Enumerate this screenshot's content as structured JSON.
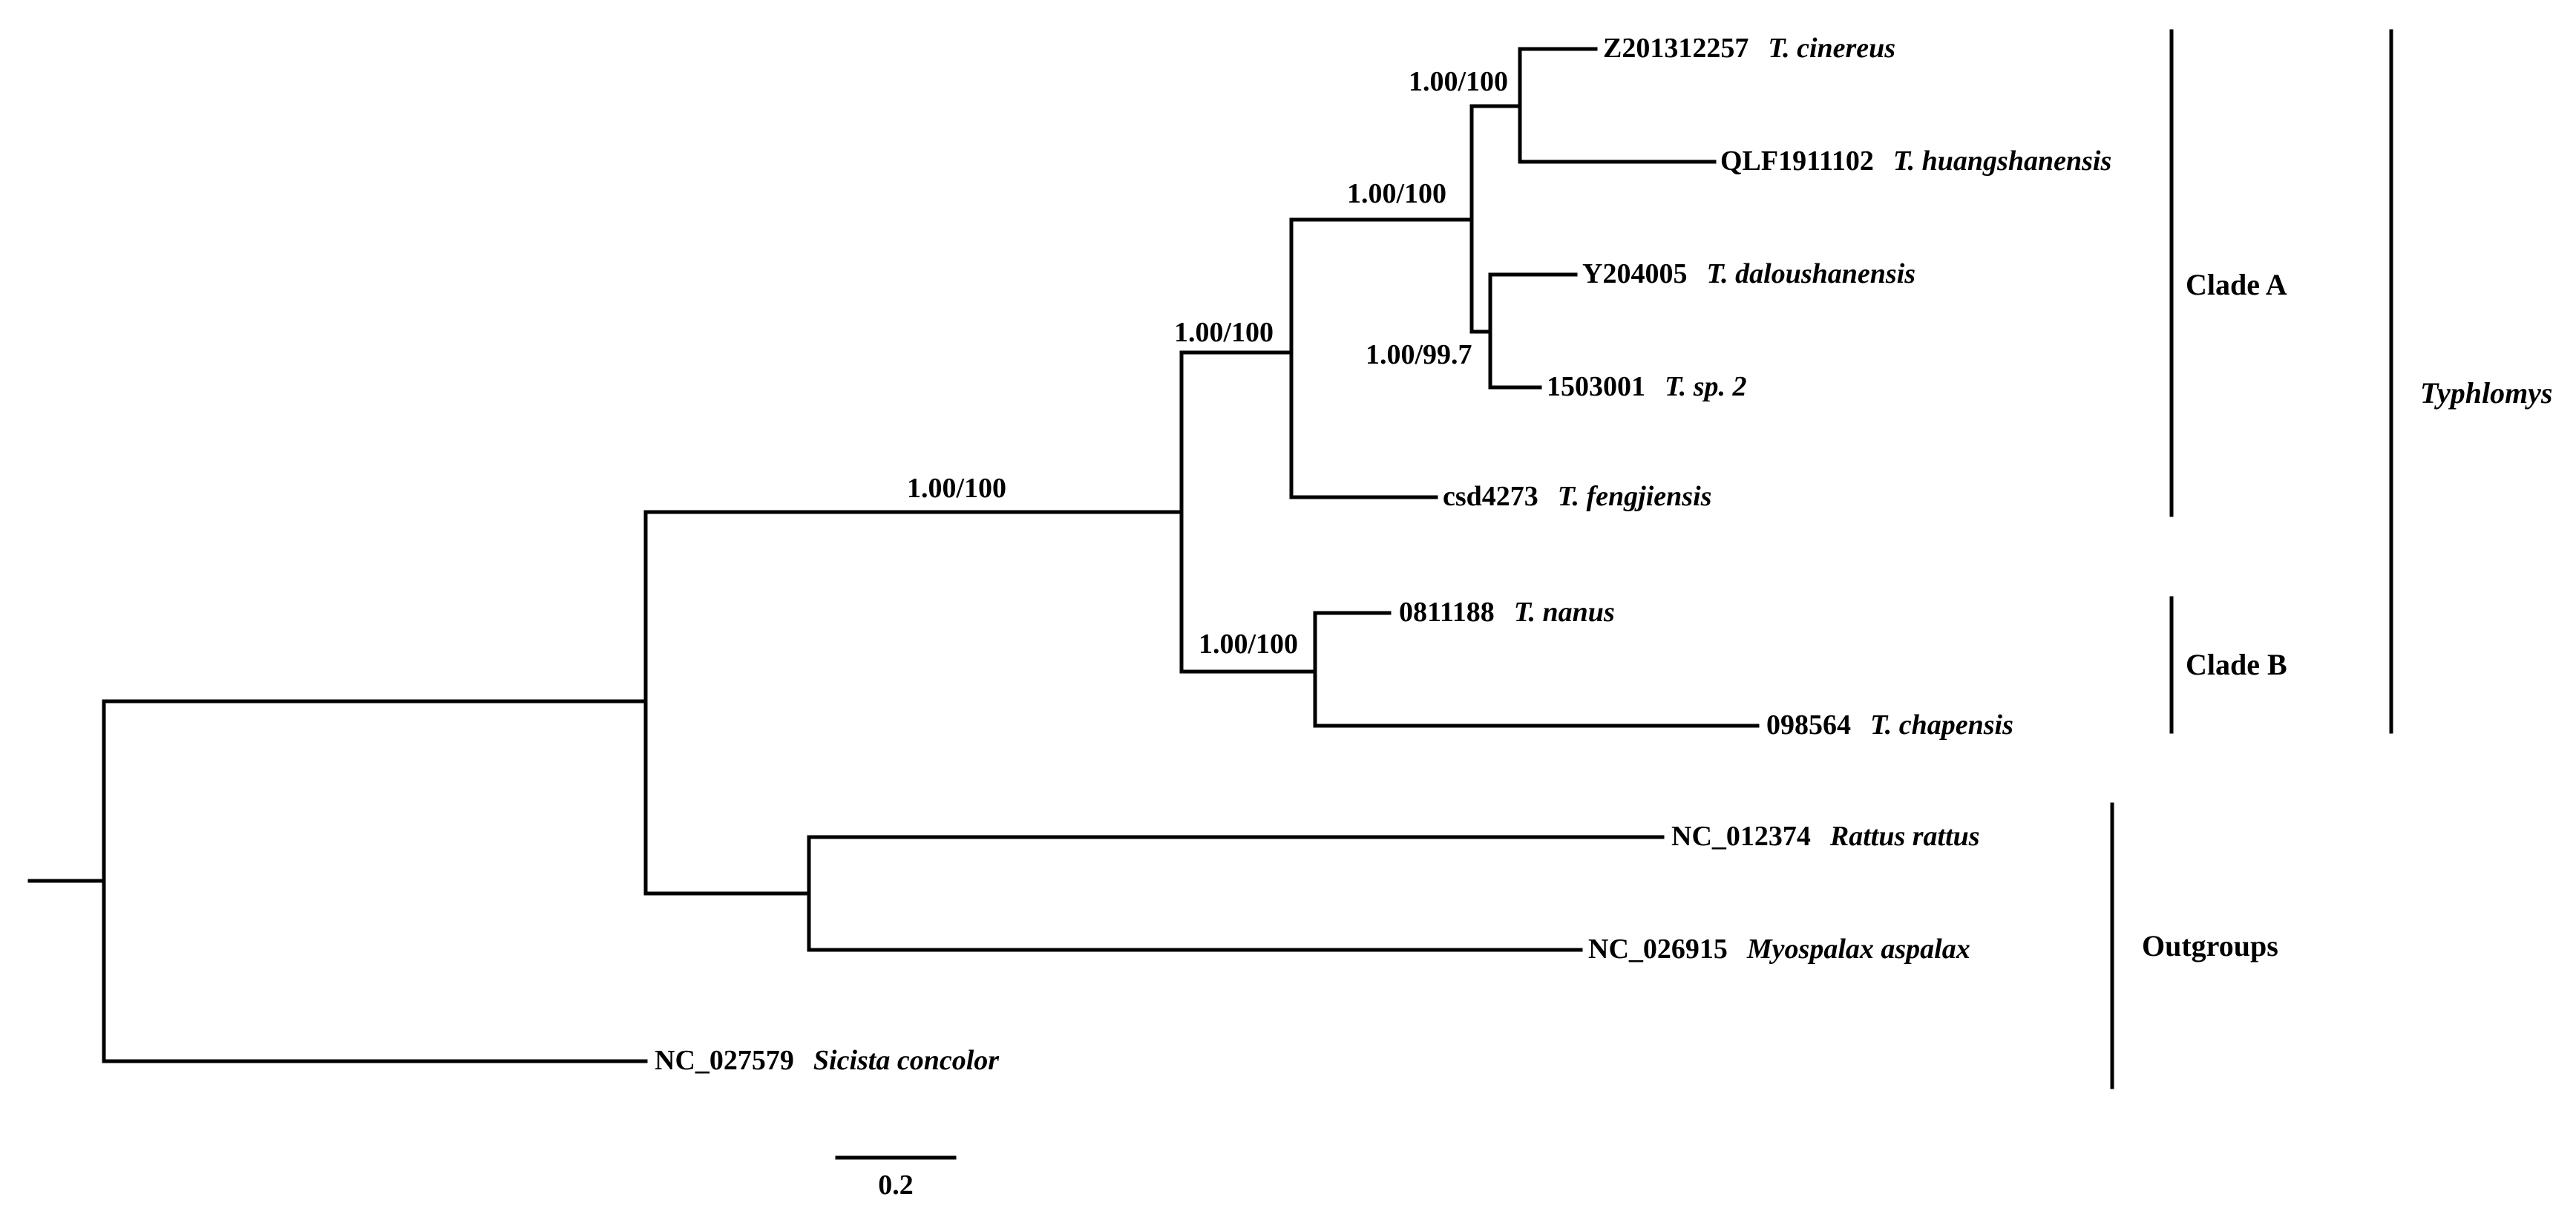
{
  "tips": [
    {
      "id": "cin",
      "accession": "Z201312257",
      "species": "T. cinereus"
    },
    {
      "id": "hua",
      "accession": "QLF1911102",
      "species": "T. huangshanensis"
    },
    {
      "id": "dal",
      "accession": "Y204005",
      "species": "T. daloushanensis"
    },
    {
      "id": "sp2",
      "accession": "1503001",
      "species": "T. sp. 2"
    },
    {
      "id": "fen",
      "accession": "csd4273",
      "species": "T. fengjiensis"
    },
    {
      "id": "nan",
      "accession": "0811188",
      "species": "T. nanus"
    },
    {
      "id": "cha",
      "accession": "098564",
      "species": "T. chapensis"
    },
    {
      "id": "rat",
      "accession": "NC_012374",
      "species": "Rattus rattus"
    },
    {
      "id": "myo",
      "accession": "NC_026915",
      "species": "Myospalax aspalax"
    },
    {
      "id": "sic",
      "accession": "NC_027579",
      "species": "Sicista concolor"
    }
  ],
  "support": {
    "cin_hua": "1.00/100",
    "cladeA_core": "1.00/100",
    "dal_sp2": "1.00/99.7",
    "cladeA": "1.00/100",
    "typhlomys": "1.00/100",
    "cladeB": "1.00/100"
  },
  "groups": {
    "clade_a": "Clade A",
    "clade_b": "Clade B",
    "outgroups": "Outgroups",
    "typhlomys": "Typhlomys"
  },
  "scale_bar": {
    "value": 0.2,
    "label": "0.2"
  }
}
